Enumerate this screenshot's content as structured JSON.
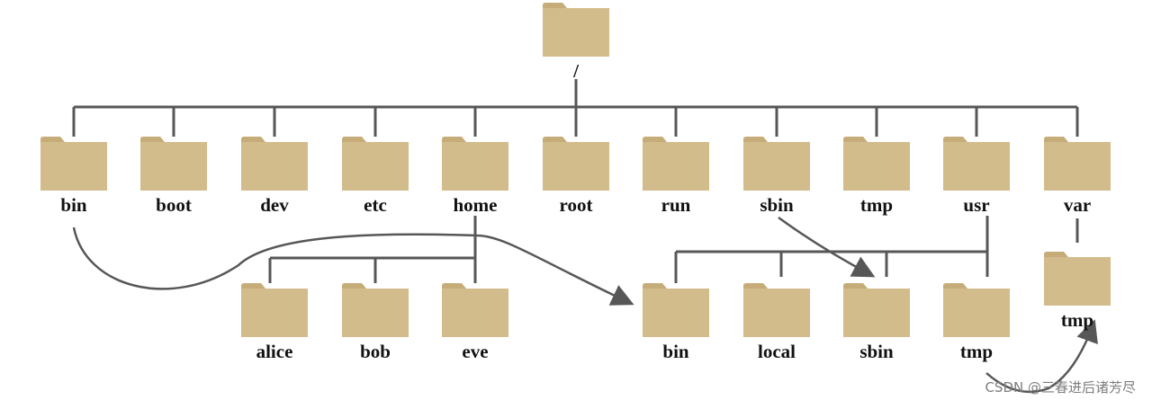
{
  "colors": {
    "folder_body": "#d3bc8b",
    "folder_tab": "#c6ac78",
    "line": "#575757",
    "label": "#111111",
    "watermark": "#7d7d7d"
  },
  "root": {
    "label": "/"
  },
  "top_level": [
    {
      "label": "bin"
    },
    {
      "label": "boot"
    },
    {
      "label": "dev"
    },
    {
      "label": "etc"
    },
    {
      "label": "home"
    },
    {
      "label": "root"
    },
    {
      "label": "run"
    },
    {
      "label": "sbin"
    },
    {
      "label": "tmp"
    },
    {
      "label": "usr"
    },
    {
      "label": "var"
    }
  ],
  "home_children": [
    {
      "label": "alice"
    },
    {
      "label": "bob"
    },
    {
      "label": "eve"
    }
  ],
  "usr_children": [
    {
      "label": "bin"
    },
    {
      "label": "local"
    },
    {
      "label": "sbin"
    },
    {
      "label": "tmp"
    }
  ],
  "var_children": [
    {
      "label": "tmp"
    }
  ],
  "links": [
    {
      "from": "bin",
      "to": "usr/bin"
    },
    {
      "from": "sbin",
      "to": "usr/sbin"
    },
    {
      "from": "usr/tmp",
      "to": "var/tmp"
    }
  ],
  "watermark": "CSDN @三春进后诸芳尽"
}
